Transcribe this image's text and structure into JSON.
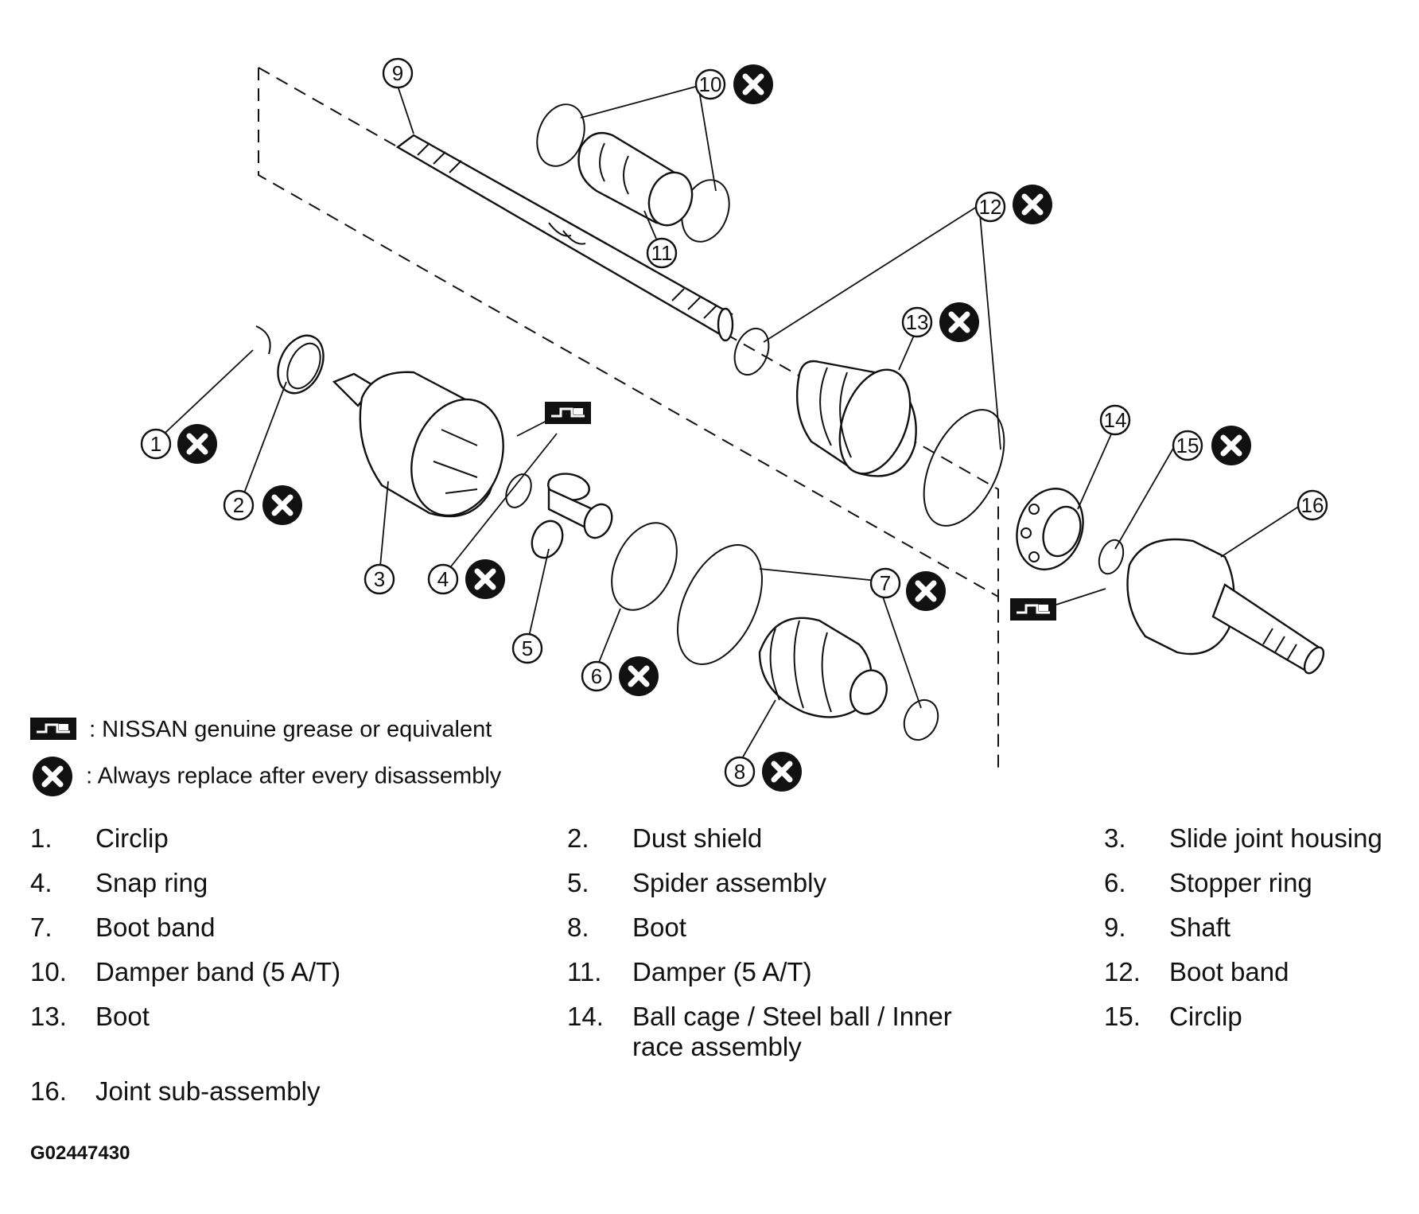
{
  "callouts": [
    {
      "num": "1",
      "replace": true
    },
    {
      "num": "2",
      "replace": true
    },
    {
      "num": "3",
      "replace": false
    },
    {
      "num": "4",
      "replace": true
    },
    {
      "num": "5",
      "replace": false
    },
    {
      "num": "6",
      "replace": true
    },
    {
      "num": "7",
      "replace": true
    },
    {
      "num": "8",
      "replace": true
    },
    {
      "num": "9",
      "replace": false
    },
    {
      "num": "10",
      "replace": true
    },
    {
      "num": "11",
      "replace": false
    },
    {
      "num": "12",
      "replace": true
    },
    {
      "num": "13",
      "replace": true
    },
    {
      "num": "14",
      "replace": false
    },
    {
      "num": "15",
      "replace": true
    },
    {
      "num": "16",
      "replace": false
    }
  ],
  "legend": {
    "grease": ": NISSAN genuine grease or equivalent",
    "replace": ": Always replace after every disassembly"
  },
  "parts": [
    {
      "num": "1.",
      "name": "Circlip"
    },
    {
      "num": "2.",
      "name": "Dust shield"
    },
    {
      "num": "3.",
      "name": "Slide joint housing"
    },
    {
      "num": "4.",
      "name": "Snap ring"
    },
    {
      "num": "5.",
      "name": "Spider assembly"
    },
    {
      "num": "6.",
      "name": "Stopper ring"
    },
    {
      "num": "7.",
      "name": "Boot band"
    },
    {
      "num": "8.",
      "name": "Boot"
    },
    {
      "num": "9.",
      "name": "Shaft"
    },
    {
      "num": "10.",
      "name": "Damper band (5 A/T)"
    },
    {
      "num": "11.",
      "name": "Damper (5 A/T)"
    },
    {
      "num": "12.",
      "name": "Boot band"
    },
    {
      "num": "13.",
      "name": "Boot"
    },
    {
      "num": "14.",
      "name": "Ball cage / Steel ball / Inner race assembly"
    },
    {
      "num": "15.",
      "name": "Circlip"
    },
    {
      "num": "16.",
      "name": "Joint sub-assembly"
    }
  ],
  "figure_id": "G02447430",
  "colors": {
    "ink": "#111111",
    "paper": "#ffffff"
  }
}
